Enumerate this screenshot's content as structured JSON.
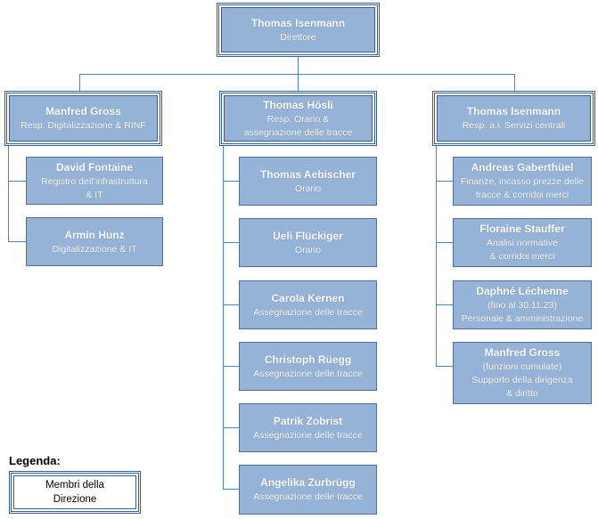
{
  "director": {
    "name": "Thomas Isenmann",
    "role": "Direttore"
  },
  "heads": [
    {
      "name": "Manfred Gross",
      "role": "Resp. Digitalizzazione & RINF"
    },
    {
      "name": "Thomas Hösli",
      "role_line1": "Resp. Orario &",
      "role_line2": "assegnazione delle tracce"
    },
    {
      "name": "Thomas Isenmann",
      "role": "Resp. a.i. Servizi centrali"
    }
  ],
  "left_staff": [
    {
      "name": "David Fontaine",
      "line1": "Registro dell’infrastruttura",
      "line2": "& IT"
    },
    {
      "name": "Armin Hunz",
      "line1": "Digitalizzazione & IT"
    }
  ],
  "center_staff": [
    {
      "name": "Thomas Aebischer",
      "line1": "Orario"
    },
    {
      "name": "Ueli Flückiger",
      "line1": "Orario"
    },
    {
      "name": "Carola Kernen",
      "line1": "Assegnazione delle tracce"
    },
    {
      "name": "Christoph Rüegg",
      "line1": "Assegnazione delle tracce"
    },
    {
      "name": "Patrik Zobrist",
      "line1": "Assegnazione delle tracce"
    },
    {
      "name": "Angelika Zurbrügg",
      "line1": "Assegnazione delle tracce"
    }
  ],
  "right_staff": [
    {
      "name": "Andreas Gaberthüel",
      "line1": "Finanze, incasso prezze delle",
      "line2": "tracce & corridoi merci"
    },
    {
      "name": "Floraine Stauffer",
      "line1": "Analisi normative",
      "line2": "& corridoi merci"
    },
    {
      "name": "Daphné Léchenne",
      "line1": "(fino al 30.11.23)",
      "line2": "Personale & amministrazione"
    },
    {
      "name": "Manfred Gross",
      "line1": "(funzioni cumulate)",
      "line2": "Supporto della dirigenza",
      "line3": "& diritto"
    }
  ],
  "legend": {
    "title": "Legenda:",
    "line1": "Membri della",
    "line2": "Direzione"
  }
}
